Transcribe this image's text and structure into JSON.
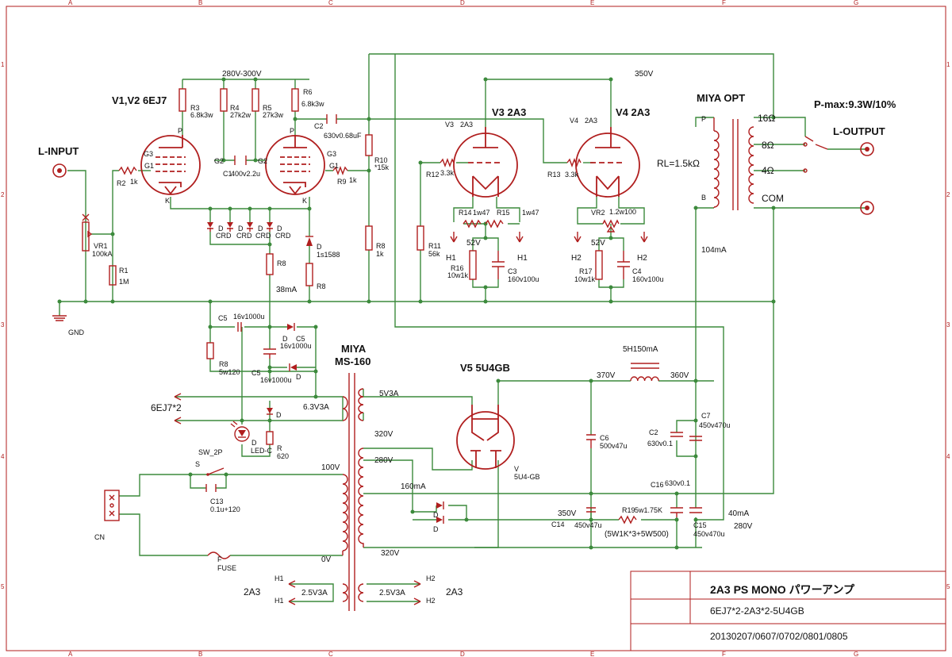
{
  "frame": {
    "columns": [
      "A",
      "B",
      "C",
      "D",
      "E",
      "F",
      "G"
    ],
    "rows": [
      "1",
      "2",
      "3",
      "4",
      "5"
    ]
  },
  "title_block": {
    "title": "2A3 PS MONO パワーアンプ",
    "subtitle": "6EJ7*2-2A3*2-5U4GB",
    "dates": "20130207/0607/0702/0801/0805"
  },
  "headings": {
    "v1v2": "V1,V2 6EJ7",
    "v3": "V3 2A3",
    "v4": "V4 2A3",
    "v5": "V5 5U4GB",
    "opt": "MIYA OPT",
    "pmax": "P-max:9.3W/10%",
    "l_input": "L-INPUT",
    "l_output": "L-OUTPUT",
    "miya": "MIYA",
    "ms160": "MS-160",
    "rl": "RL=1.5kΩ",
    "heater_6ej7": "6EJ7*2",
    "heater_2a3_left": "2A3",
    "heater_2a3_right": "2A3"
  },
  "voltages": {
    "b280_300": "280V-300V",
    "b350": "350V",
    "b370": "370V",
    "b360": "360V",
    "b350b": "350V",
    "b280": "280V",
    "v52a": "52V",
    "v52b": "52V"
  },
  "currents": {
    "i38": "38mA",
    "i104": "104mA",
    "i160": "160mA",
    "i40": "40mA"
  },
  "output_taps": [
    "16Ω",
    "8Ω",
    "4Ω",
    "COM"
  ],
  "opt_pins": [
    "P",
    "B"
  ],
  "transformer": {
    "w5v": "5V3A",
    "w6v": "6.3V3A",
    "w320a": "320V",
    "w280": "280V",
    "w320b": "320V",
    "w100": "100V",
    "w0": "0V",
    "h_left": "2.5V3A",
    "h_right": "2.5V3A",
    "choke": "5H150mA"
  },
  "components": {
    "R3": [
      "R3",
      "6.8k3w"
    ],
    "R4": [
      "R4",
      "27k2w"
    ],
    "R5": [
      "R5",
      "27k3w"
    ],
    "R6": [
      "R6",
      "6.8k3w"
    ],
    "C2a": [
      "C2",
      "630v0.68uF"
    ],
    "R2": [
      "R2",
      "1k"
    ],
    "C1": [
      "C1",
      "400v2.2u"
    ],
    "R9": [
      "R9",
      "1k"
    ],
    "R10": [
      "R10",
      "*15k"
    ],
    "VR1": [
      "VR1",
      "100kA"
    ],
    "R1": [
      "R1",
      "1M"
    ],
    "R8a": [
      "R8",
      ""
    ],
    "R8b": [
      "R8",
      "1k"
    ],
    "Dz": [
      "D",
      "1s1588"
    ],
    "R8c": [
      "R8",
      ""
    ],
    "R12": [
      "R12",
      "3.3k"
    ],
    "R13": [
      "R13",
      "3.3k"
    ],
    "R11": [
      "R11",
      "56k"
    ],
    "R14": [
      "R14",
      "1w47"
    ],
    "R15": [
      "R15",
      "1w47"
    ],
    "VR2": [
      "VR2",
      "1.2w100"
    ],
    "R16": [
      "R16",
      "10w1k"
    ],
    "C3": [
      "C3",
      "160v100u"
    ],
    "R17": [
      "R17",
      "10w1k"
    ],
    "C4": [
      "C4",
      "160v100u"
    ],
    "C5a": [
      "C5",
      "16v1000u"
    ],
    "C5b": [
      "C5",
      "16v1000u"
    ],
    "C5c": [
      "C5",
      "16v1000u"
    ],
    "R8d": [
      "R8",
      "5w120"
    ],
    "Dled": [
      "D",
      "LED-C"
    ],
    "R620": [
      "R",
      "620"
    ],
    "C6": [
      "C6",
      "500v47u"
    ],
    "C7": [
      "C7",
      "450v470u"
    ],
    "C2b": [
      "C2",
      "630v0.1"
    ],
    "C16": [
      "C16",
      "630v0.1"
    ],
    "C14": [
      "C14",
      "450v47u"
    ],
    "R19": [
      "R19",
      "5w1.75K"
    ],
    "R19note": [
      "(5W1K*3+5W500)",
      ""
    ],
    "C15": [
      "C15",
      "450v470u"
    ],
    "C13": [
      "C13",
      "0.1u+120"
    ],
    "SW": [
      "SW_2P",
      "S"
    ],
    "FUSE": [
      "F",
      "FUSE"
    ],
    "CN": [
      "CN",
      ""
    ],
    "V5sub": [
      "V",
      "5U4-GB"
    ]
  },
  "misc": {
    "gnd": "GND",
    "crd": "CRD",
    "d": "D",
    "g1": "G1",
    "g2": "G2",
    "g3": "G3",
    "p": "P",
    "k": "K",
    "h1": "H1",
    "h2": "H2",
    "v3small": "V3",
    "v4small": "V4",
    "a2a3": "2A3",
    "sw_s": "S"
  }
}
